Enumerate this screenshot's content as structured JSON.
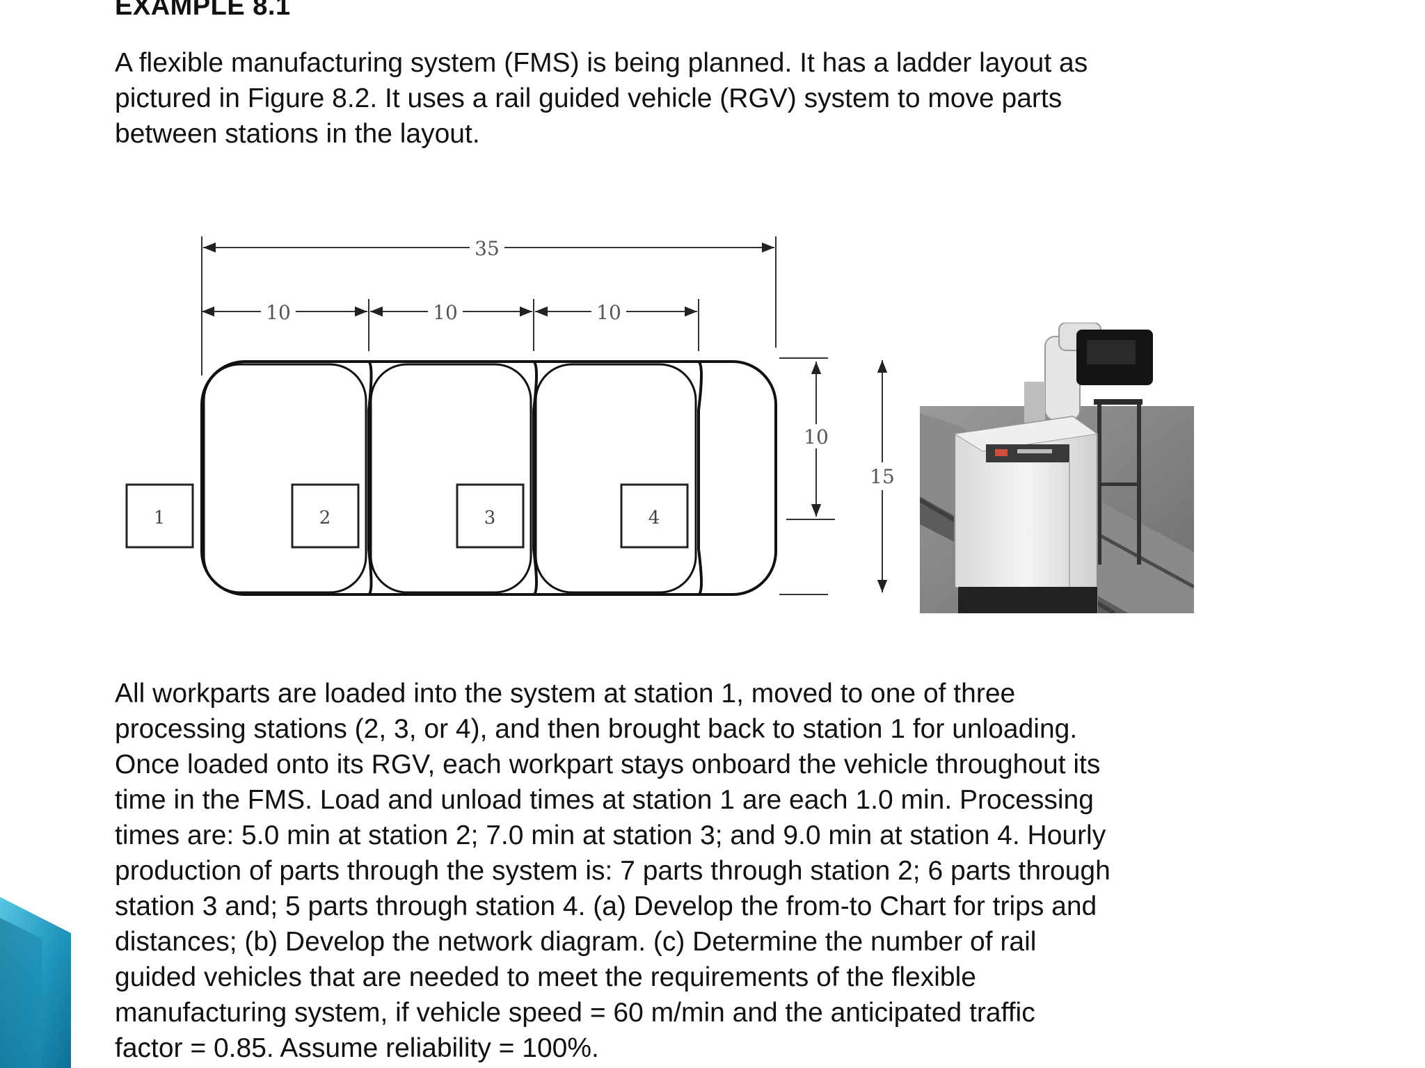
{
  "heading": "EXAMPLE 8.1",
  "intro_lines": [
    "A flexible manufacturing system (FMS) is being planned. It has a ladder layout as",
    "pictured in Figure 8.2. It uses a rail guided vehicle (RGV) system to move parts",
    "between stations in the layout."
  ],
  "figure": {
    "dim_total": "35",
    "dim_segments": [
      "10",
      "10",
      "10"
    ],
    "dim_inner_height": "10",
    "dim_outer_height": "15",
    "stations": [
      "1",
      "2",
      "3",
      "4"
    ]
  },
  "photo": {
    "subject": "rgv-vehicle"
  },
  "body_lines": [
    "All workparts are loaded into the system at station 1, moved to one of three",
    "processing stations (2, 3, or 4), and then brought back to station 1 for unloading.",
    "Once loaded onto its RGV, each workpart stays onboard the vehicle throughout its",
    "time in the FMS. Load and unload times at station 1 are each 1.0 min. Processing",
    "times are: 5.0 min at station 2; 7.0 min at station 3; and 9.0 min at station 4. Hourly",
    "production of parts through the system is: 7 parts through station 2; 6 parts through",
    "station 3 and; 5 parts through station 4. (a) Develop the from-to Chart for trips and",
    "distances; (b) Develop the network diagram. (c) Determine the number of rail",
    "guided vehicles that are needed to meet the requirements of the flexible",
    "manufacturing system, if vehicle speed = 60 m/min and the anticipated traffic",
    "factor = 0.85. Assume reliability = 100%."
  ],
  "colors": {
    "text": "#111111",
    "accent": "#1a8fb8"
  }
}
